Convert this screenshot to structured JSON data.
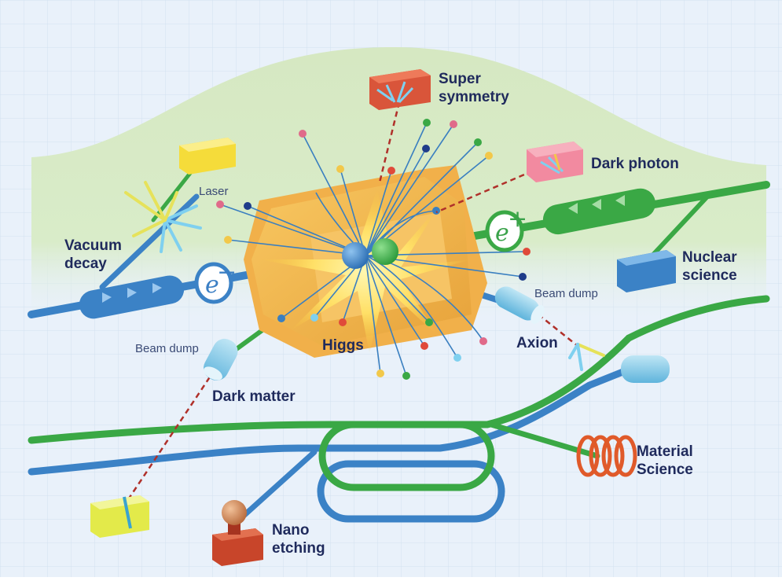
{
  "labels": {
    "super_symmetry": [
      "Super",
      "symmetry"
    ],
    "dark_photon": "Dark photon",
    "laser": "Laser",
    "vacuum_decay": [
      "Vacuum",
      "decay"
    ],
    "nuclear_science": [
      "Nuclear",
      "science"
    ],
    "beam_dump_right": "Beam dump",
    "beam_dump_left": "Beam dump",
    "higgs": "Higgs",
    "axion": "Axion",
    "dark_matter": "Dark matter",
    "material_science": [
      "Material",
      "Science"
    ],
    "nano_etching": [
      "Nano",
      "etching"
    ]
  },
  "particles": {
    "electron": "e",
    "electron_sup": "−",
    "positron": "e",
    "positron_sup": "+"
  },
  "colors": {
    "background": "#e9f1fa",
    "grid": "#cfdff0",
    "hill": "#cfe4b8",
    "green_beam": "#3aa845",
    "blue_beam": "#3b82c6",
    "detector": "#f4b545",
    "label": "#1f2a5c"
  }
}
